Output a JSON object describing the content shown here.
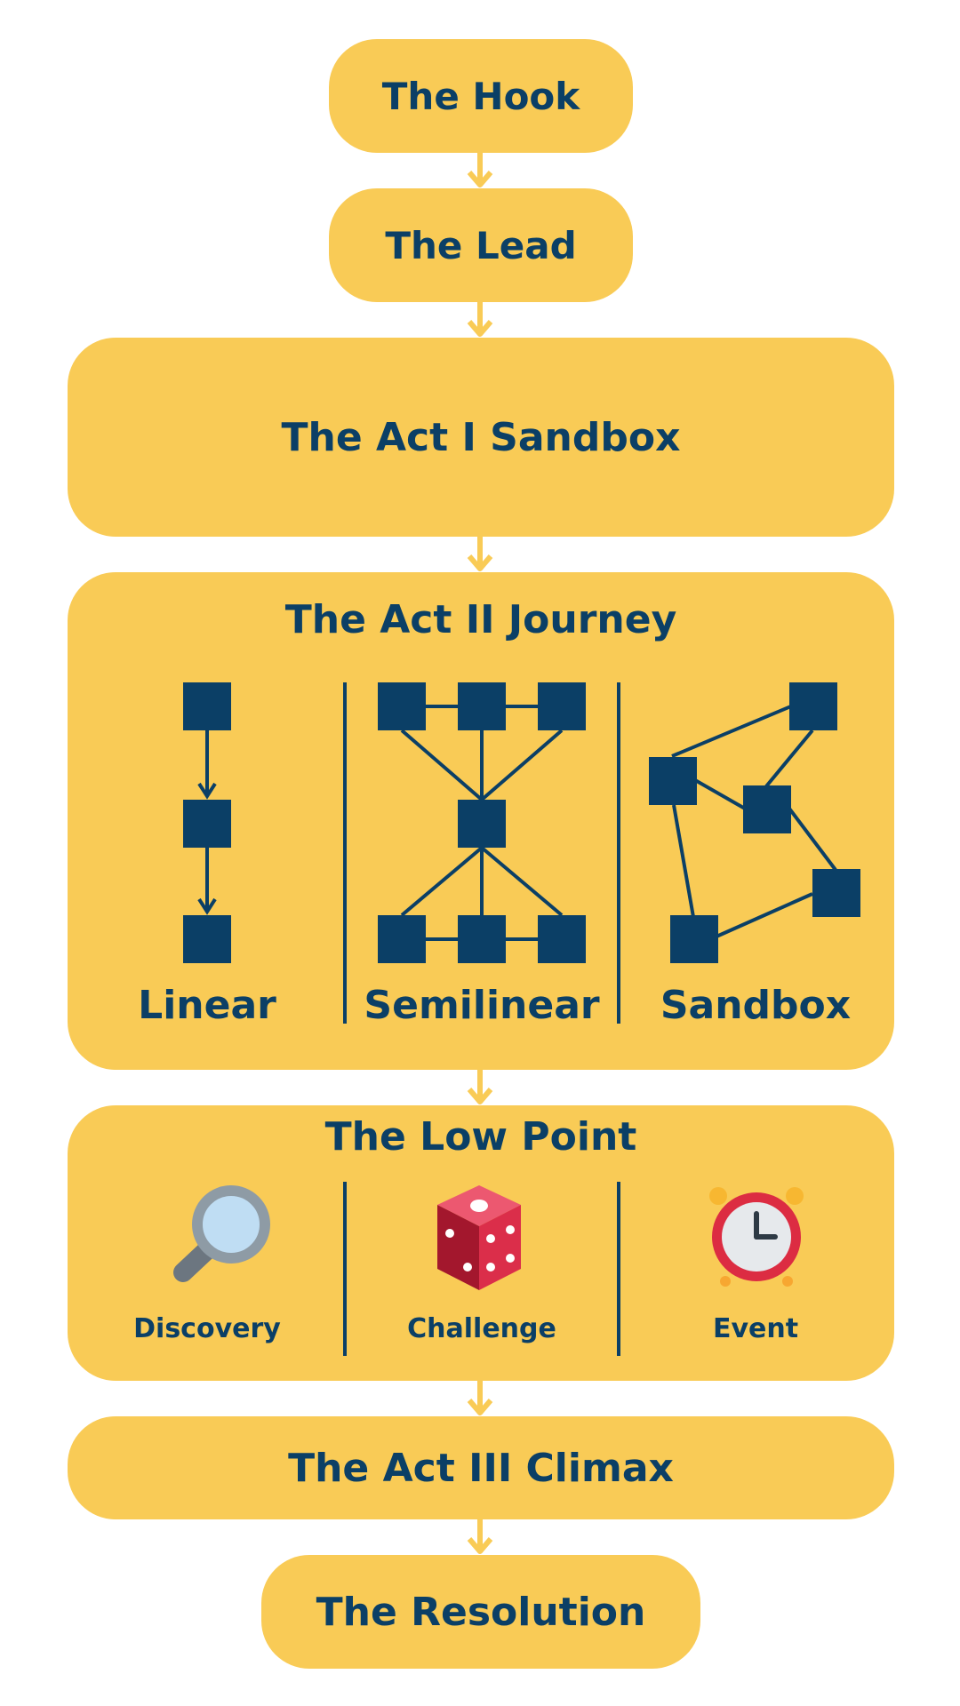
{
  "flow": {
    "hook": "The Hook",
    "lead": "The Lead",
    "act1": "The Act I Sandbox",
    "act2": {
      "title": "The Act II Journey",
      "columns": [
        "Linear",
        "Semilinear",
        "Sandbox"
      ]
    },
    "low_point": {
      "title": "The Low Point",
      "columns": [
        {
          "label": "Discovery",
          "icon": "magnifying-glass-icon"
        },
        {
          "label": "Challenge",
          "icon": "die-icon"
        },
        {
          "label": "Event",
          "icon": "alarm-clock-icon"
        }
      ]
    },
    "act3": "The Act III Climax",
    "resolution": "The Resolution"
  },
  "colors": {
    "box": "#F9CB56",
    "text": "#0B3F66",
    "arrow": "#F9CB56"
  }
}
